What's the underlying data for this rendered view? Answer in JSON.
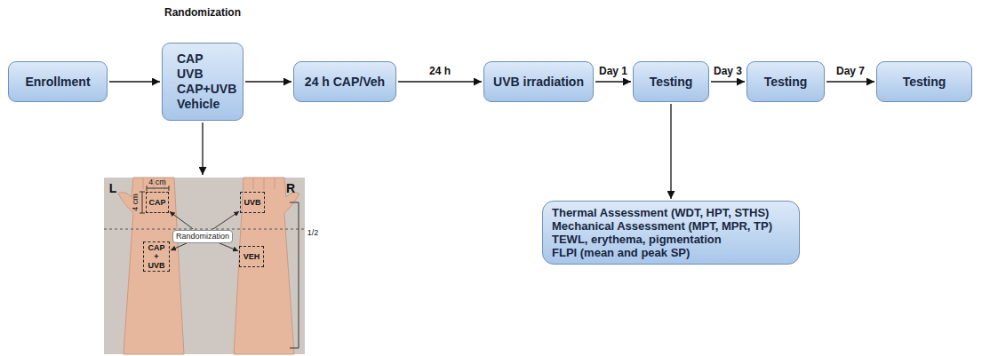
{
  "diagram": {
    "nodes": [
      {
        "text": [
          "Enrollment"
        ]
      },
      {
        "text": [
          "CAP",
          "UVB",
          "CAP+UVB",
          "Vehicle"
        ]
      },
      {
        "text": [
          "24 h CAP/Veh"
        ]
      },
      {
        "text": [
          "UVB irradiation"
        ]
      },
      {
        "text": [
          "Testing"
        ]
      },
      {
        "text": [
          "Testing"
        ]
      },
      {
        "text": [
          "Testing"
        ]
      },
      {
        "text": [
          "Thermal Assessment (WDT, HPT, STHS)",
          "Mechanical Assessment (MPT, MPR, TP)",
          "TEWL, erythema, pigmentation",
          "FLPI (mean and peak SP)"
        ]
      },
      {
        "text": [
          "CAP"
        ]
      },
      {
        "text": [
          "UVB"
        ]
      },
      {
        "text": [
          "Randomization"
        ]
      },
      {
        "text": [
          "CAP + UVB"
        ]
      },
      {
        "text": [
          "VEH"
        ]
      }
    ],
    "edges": [
      {
        "from": 0,
        "to": 1,
        "arrow": "to"
      },
      {
        "from": 1,
        "to": 2,
        "arrow": "to"
      },
      {
        "from": 2,
        "to": 3,
        "label": "24 h",
        "arrow": "to"
      },
      {
        "from": 3,
        "to": 4,
        "label": "Day 1",
        "arrow": "to"
      },
      {
        "from": 4,
        "to": 5,
        "label": "Day 3",
        "arrow": "to"
      },
      {
        "from": 5,
        "to": 6,
        "label": "Day 7",
        "arrow": "to"
      },
      {
        "from": 4,
        "to": 7,
        "arrow": "to"
      },
      {
        "from": 10,
        "to": 8,
        "arrow": "to"
      },
      {
        "from": 10,
        "to": 9,
        "arrow": "to"
      },
      {
        "from": 10,
        "to": 11,
        "arrow": "to"
      },
      {
        "from": 10,
        "to": 12,
        "arrow": "to"
      }
    ],
    "labels": [
      "Randomization",
      "L",
      "R",
      "4 cm",
      "4 cm",
      "1/2"
    ]
  }
}
